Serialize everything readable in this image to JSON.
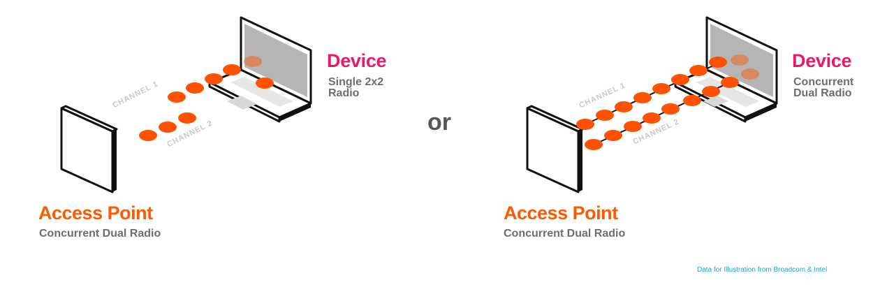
{
  "separator": "or",
  "source_note": "Data for Illustration from Broadcom & Intel",
  "colors": {
    "access_point_title": "#ff5a00",
    "device_title": "#e8196a",
    "subtitle": "#6d6d6d",
    "signal_dot": "#ff5200",
    "source_note": "#1fa3d8"
  },
  "left": {
    "access_point": {
      "title": "Access Point",
      "subtitle": "Concurrent Dual Radio"
    },
    "device": {
      "title": "Device",
      "subtitle": "Single 2x2\nRadio"
    },
    "channel_1": "CHANNEL 1",
    "channel_2": "CHANNEL 2"
  },
  "right": {
    "access_point": {
      "title": "Access Point",
      "subtitle": "Concurrent Dual Radio"
    },
    "device": {
      "title": "Device",
      "subtitle": "Concurrent\nDual Radio"
    },
    "channel_1": "CHANNEL 1",
    "channel_2": "CHANNEL 2"
  }
}
